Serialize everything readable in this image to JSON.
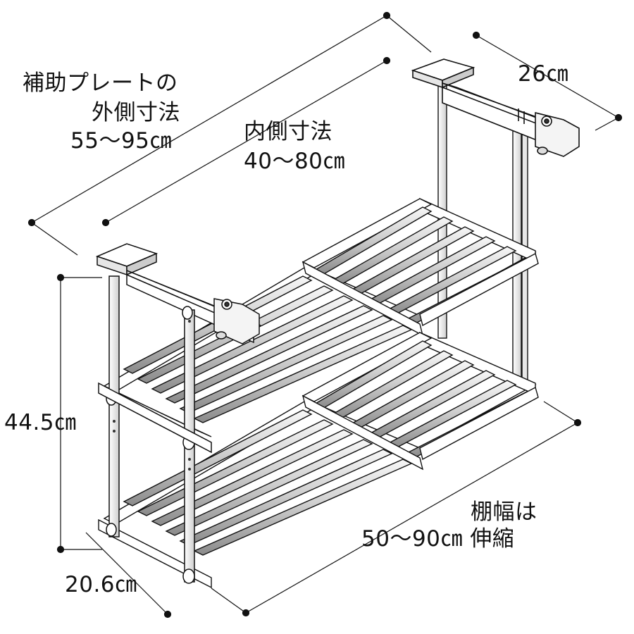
{
  "labels": {
    "plate_outer_line1": "補助プレートの",
    "plate_outer_line2": "外側寸法",
    "plate_outer_line3": "55～95㎝",
    "inner_line1": "内側寸法",
    "inner_line2": "40～80㎝",
    "depth": "26㎝",
    "height": "44.5㎝",
    "shelf_width_line1": "棚幅は",
    "shelf_width_line2": "50～90㎝ 伸縮",
    "front_depth": "20.6㎝"
  },
  "colors": {
    "line": "#111111",
    "bar_light": "#f4f4f4",
    "bar_dark": "#8c8c8c",
    "frame": "#ffffff"
  }
}
